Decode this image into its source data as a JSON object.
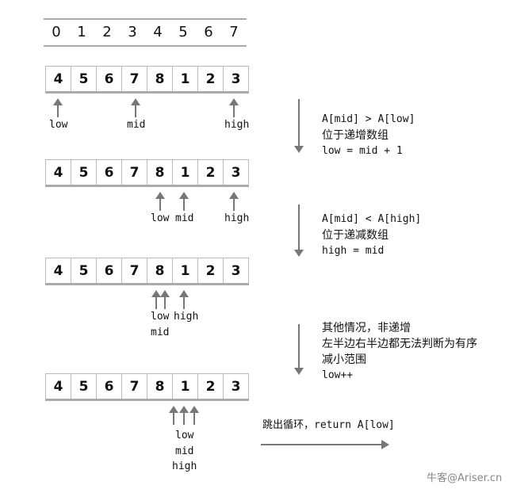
{
  "indices": [
    "0",
    "1",
    "2",
    "3",
    "4",
    "5",
    "6",
    "7"
  ],
  "array": [
    "4",
    "5",
    "6",
    "7",
    "8",
    "1",
    "2",
    "3"
  ],
  "steps": [
    {
      "pointers": {
        "low": "low",
        "mid": "mid",
        "high": "high"
      },
      "note": {
        "line1": "A[mid] > A[low]",
        "line2": "位于递增数组",
        "line3": "low = mid + 1"
      }
    },
    {
      "pointers": {
        "low": "low",
        "mid": "mid",
        "high": "high"
      },
      "note": {
        "line1": "A[mid] < A[high]",
        "line2": "位于递减数组",
        "line3": "high = mid"
      }
    },
    {
      "pointers": {
        "low": "low",
        "mid": "mid",
        "high": "high"
      },
      "note": {
        "line1": "其他情况，非递增",
        "line2": "左半边右半边都无法判断为有序",
        "line3": "减小范围",
        "line4": "low++"
      }
    },
    {
      "pointers": {
        "low": "low",
        "mid": "mid",
        "high": "high"
      },
      "note": {
        "line1": "跳出循环，return A[low]"
      }
    }
  ],
  "watermark": "牛客@Ariser.cn"
}
